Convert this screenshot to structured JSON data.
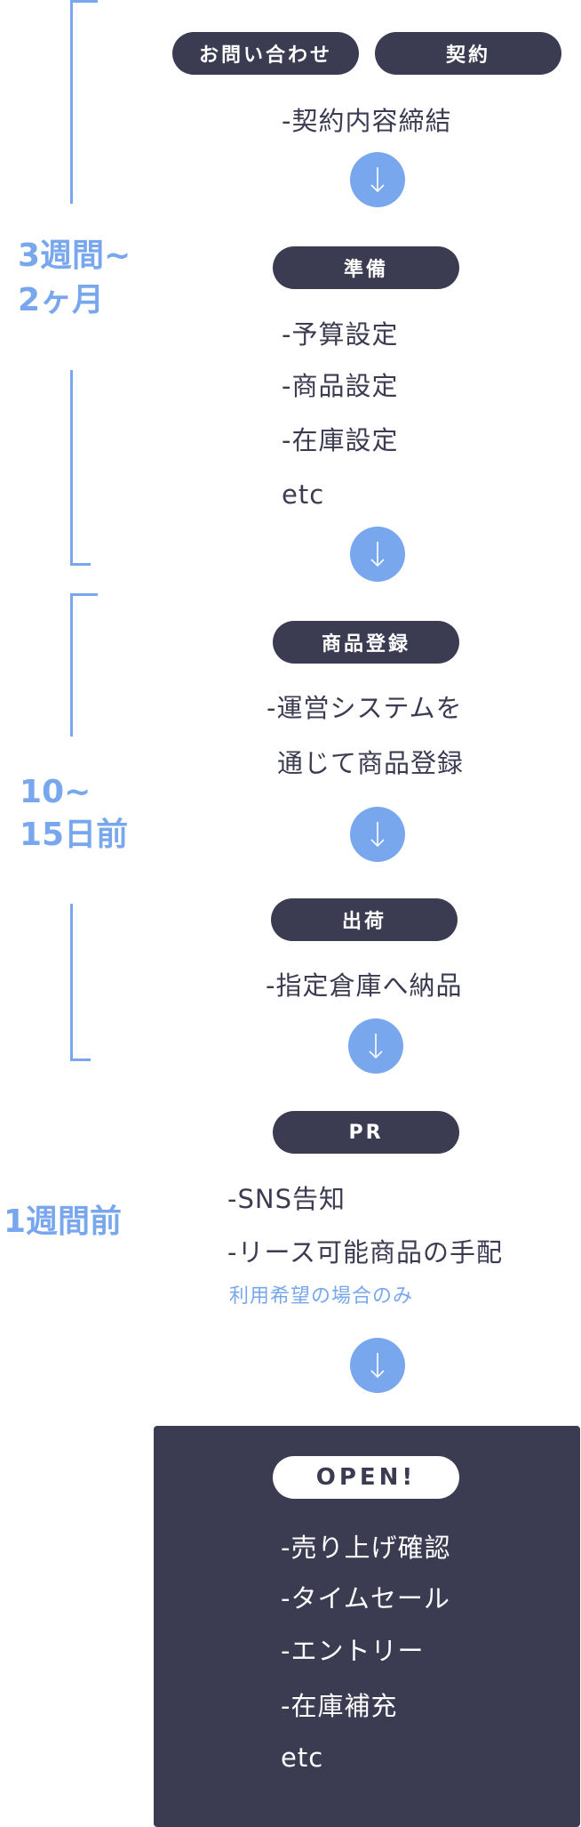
{
  "theme": {
    "accent": "#78a7ee",
    "dark": "#3b3b52"
  },
  "phases": [
    {
      "label_lines": [
        "3週間~",
        "2ヶ月"
      ]
    },
    {
      "label_lines": [
        "10~",
        "15日前"
      ]
    },
    {
      "label_lines": [
        "1週間前"
      ]
    }
  ],
  "steps": [
    {
      "pills": [
        "お問い合わせ",
        "契約"
      ],
      "items": [
        "-契約内容締結"
      ]
    },
    {
      "pills": [
        "準備"
      ],
      "items": [
        "-予算設定",
        "-商品設定",
        "-在庫設定",
        "etc"
      ]
    },
    {
      "pills": [
        "商品登録"
      ],
      "items": [
        "-運営システムを",
        "通じて商品登録"
      ]
    },
    {
      "pills": [
        "出荷"
      ],
      "items": [
        "-指定倉庫へ納品"
      ]
    },
    {
      "pills": [
        "PR"
      ],
      "items": [
        "-SNS告知",
        "-リース可能商品の手配"
      ],
      "note": "利用希望の場合のみ"
    },
    {
      "pills": [
        "OPEN!"
      ],
      "items": [
        "-売り上げ確認",
        "-タイムセール",
        "-エントリー",
        "-在庫補充",
        "etc"
      ]
    }
  ],
  "connector_icon": "arrow-down-icon"
}
